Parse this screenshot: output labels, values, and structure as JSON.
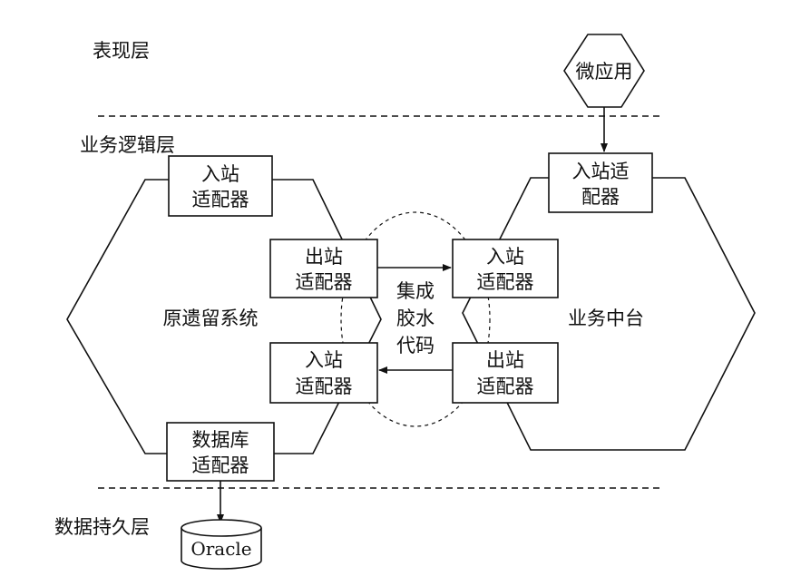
{
  "layers": {
    "presentation": "表现层",
    "business_logic": "业务逻辑层",
    "data_persistence": "数据持久层"
  },
  "micro_app": "微应用",
  "legacy_system": {
    "name": "原遗留系统",
    "inbound_top": [
      "入站",
      "适配器"
    ],
    "outbound": [
      "出站",
      "适配器"
    ],
    "inbound_bottom": [
      "入站",
      "适配器"
    ],
    "database_adapter": [
      "数据库",
      "适配器"
    ]
  },
  "business_platform": {
    "name": "业务中台",
    "inbound_top": [
      "入站适",
      "配器"
    ],
    "inbound": [
      "入站",
      "适配器"
    ],
    "outbound": [
      "出站",
      "适配器"
    ]
  },
  "glue_code": [
    "集成",
    "胶水",
    "代码"
  ],
  "database": "Oracle"
}
